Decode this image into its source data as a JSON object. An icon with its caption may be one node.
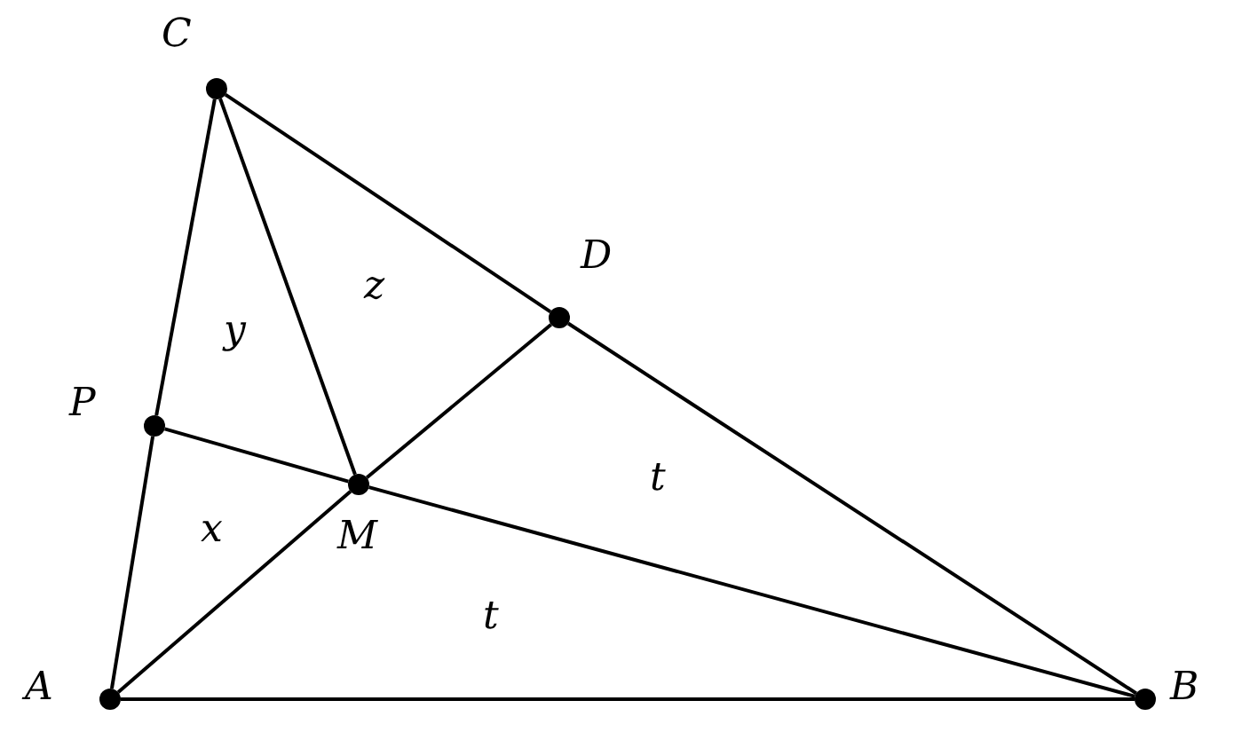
{
  "diagram": {
    "nodes": [
      {
        "text": [
          "C"
        ]
      },
      {
        "text": [
          "D"
        ]
      },
      {
        "text": [
          "P"
        ]
      },
      {
        "text": [
          "M"
        ]
      },
      {
        "text": [
          "A"
        ]
      },
      {
        "text": [
          "B"
        ]
      }
    ],
    "edges": [
      {
        "from": 4,
        "to": 5,
        "arrow": "none"
      },
      {
        "from": 4,
        "to": 2,
        "arrow": "none"
      },
      {
        "from": 2,
        "to": 0,
        "arrow": "none"
      },
      {
        "from": 0,
        "to": 1,
        "arrow": "none"
      },
      {
        "from": 1,
        "to": 5,
        "arrow": "none"
      },
      {
        "from": 4,
        "to": 3,
        "arrow": "none"
      },
      {
        "from": 3,
        "to": 1,
        "arrow": "none"
      },
      {
        "from": 2,
        "to": 3,
        "arrow": "none"
      },
      {
        "from": 3,
        "to": 5,
        "arrow": "none"
      },
      {
        "from": 0,
        "to": 3,
        "arrow": "none"
      }
    ],
    "labels": [
      "z",
      "y",
      "t",
      "x",
      "t"
    ]
  }
}
